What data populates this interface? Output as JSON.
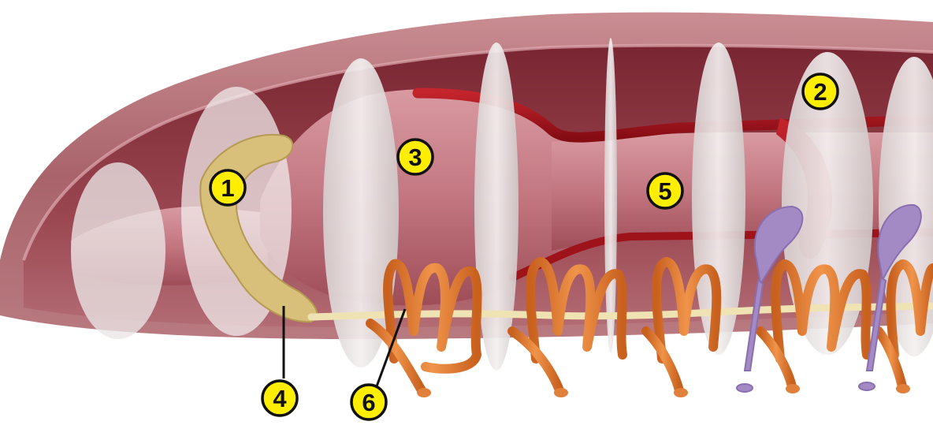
{
  "diagram": {
    "markers": [
      {
        "id": "1",
        "label": "1"
      },
      {
        "id": "2",
        "label": "2"
      },
      {
        "id": "3",
        "label": "3"
      },
      {
        "id": "4",
        "label": "4"
      },
      {
        "id": "5",
        "label": "5"
      },
      {
        "id": "6",
        "label": "6"
      }
    ]
  },
  "colors": {
    "body_wall": "#b87a80",
    "body_interior": "#8c3b45",
    "gut": "#c97a84",
    "septum": "#e8e2e2",
    "ganglion": "#d8c07a",
    "nerve_cord": "#efe3b4",
    "blood_vessel": "#a8141c",
    "nephridium": "#e0803a",
    "seminal_vesicle": "#a48ac4",
    "marker_fill": "#ffee00",
    "marker_stroke": "#111111"
  }
}
